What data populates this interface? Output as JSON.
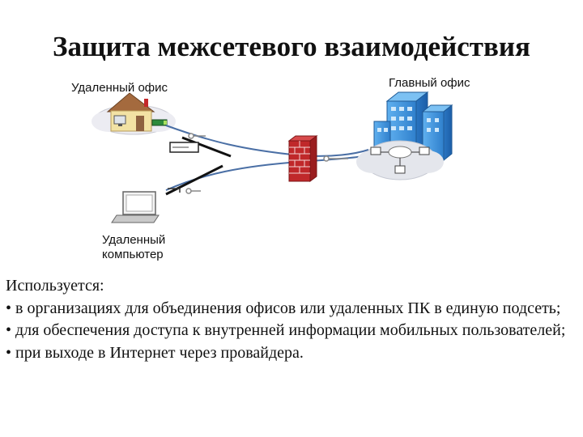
{
  "title": "Защита межсетевого взаимодействия",
  "labels": {
    "remote_office": "Удаленный офис",
    "main_office": "Главный офис",
    "remote_computer_line1": "Удаленный",
    "remote_computer_line2": "компьютер"
  },
  "body": {
    "intro": "Используется:",
    "bullets": [
      "• в организациях для объединения офисов или удаленных ПК в единую подсеть;",
      "• для обеспечения доступа к внутренней информации мобильных пользователей;",
      "• при выходе в Интернет через провайдера."
    ]
  },
  "colors": {
    "link": "#4a6fa5",
    "firewall": "#c0282a",
    "building": "#3a8fd9",
    "cloud": "#e4e6ec"
  },
  "icons": [
    "house-icon",
    "laptop-icon",
    "building-icon",
    "firewall-icon",
    "key-icon",
    "network-cloud-icon"
  ]
}
